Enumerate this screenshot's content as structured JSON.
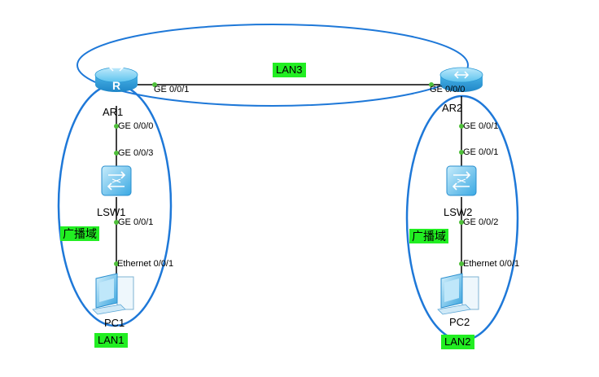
{
  "devices": {
    "ar1": "AR1",
    "ar2": "AR2",
    "lsw1": "LSW1",
    "lsw2": "LSW2",
    "pc1": "PC1",
    "pc2": "PC2"
  },
  "interfaces": {
    "ar1_ge001": "GE 0/0/1",
    "ar2_ge000": "GE 0/0/0",
    "ar1_ge000": "GE 0/0/0",
    "lsw1_ge003": "GE 0/0/3",
    "lsw1_ge001": "GE 0/0/1",
    "pc1_eth": "Ethernet 0/0/1",
    "ar2_ge001": "GE 0/0/1",
    "lsw2_ge001": "GE 0/0/1",
    "lsw2_ge002": "GE 0/0/2",
    "pc2_eth": "Ethernet 0/0/1"
  },
  "tags": {
    "lan3": "LAN3",
    "lan1": "LAN1",
    "lan2": "LAN2",
    "broadcast_left": "广播域",
    "broadcast_right": "广播域"
  },
  "colors": {
    "ellipse": "#1e78d8",
    "tag_bg": "#22ee22",
    "link": "#000000",
    "port_dot": "#4fbf3a",
    "device_blue": "#3aa8e0"
  },
  "icons": {
    "router": "router-icon",
    "switch": "switch-icon",
    "pc": "pc-icon"
  }
}
